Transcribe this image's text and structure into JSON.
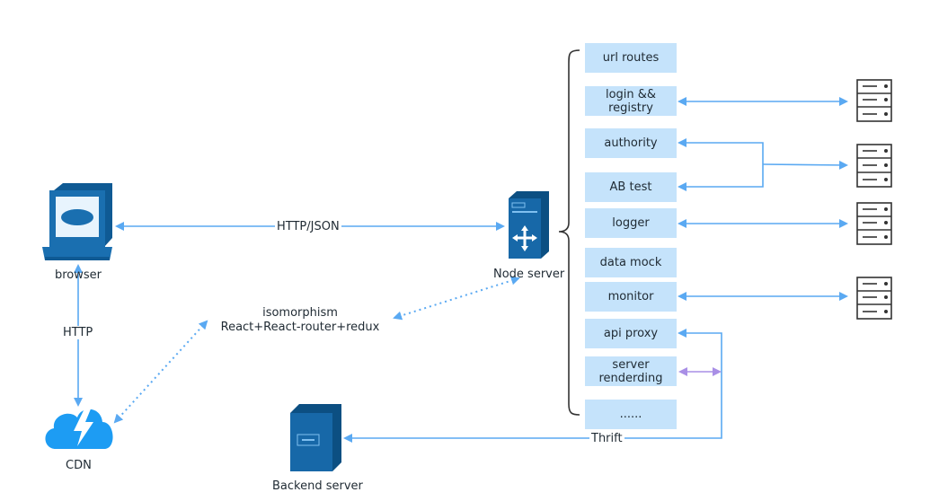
{
  "browser": {
    "label": "browser"
  },
  "cdn": {
    "label": "CDN"
  },
  "node_server": {
    "label": "Node server"
  },
  "backend_server": {
    "label": "Backend server"
  },
  "edges": {
    "http_json": "HTTP/JSON",
    "http": "HTTP",
    "thrift": "Thrift",
    "isomorphism_title": "isomorphism",
    "isomorphism_stack": "React+React-router+redux"
  },
  "modules": [
    {
      "name": "url-routes",
      "label": "url routes"
    },
    {
      "name": "login-registry",
      "label": "login && registry"
    },
    {
      "name": "authority",
      "label": "authority"
    },
    {
      "name": "ab-test",
      "label": "AB test"
    },
    {
      "name": "logger",
      "label": "logger"
    },
    {
      "name": "data-mock",
      "label": "data mock"
    },
    {
      "name": "monitor",
      "label": "monitor"
    },
    {
      "name": "api-proxy",
      "label": "api proxy"
    },
    {
      "name": "server-rendering",
      "label": "server renderding"
    },
    {
      "name": "more",
      "label": "......"
    }
  ],
  "colors": {
    "arrow": "#5aa9f2",
    "module_fill": "#c5e3fb",
    "node_blue": "#1768a8",
    "purple_arrow": "#a98fe6"
  },
  "icons": {
    "browser": "laptop-cloud-icon",
    "cdn": "cloud-lightning-icon",
    "node_server": "server-tower-icon",
    "backend": "server-tower-icon",
    "storage": "server-rack-icon"
  }
}
